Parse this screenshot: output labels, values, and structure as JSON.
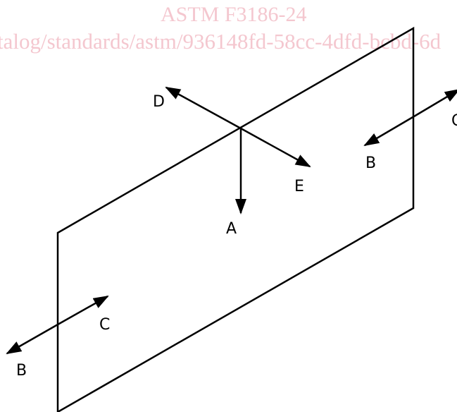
{
  "watermark": {
    "title": "ASTM F3186-24",
    "url": "talog/standards/astm/936148fd-58cc-4dfd-bcbd-6d"
  },
  "diagram": {
    "labels": {
      "a": "A",
      "b_right": "B",
      "c_right": "C",
      "d": "D",
      "e": "E",
      "b_left": "B",
      "c_left": "C"
    }
  },
  "colors": {
    "line": "#000000",
    "watermark": "#f4c7cf",
    "background": "#ffffff"
  }
}
